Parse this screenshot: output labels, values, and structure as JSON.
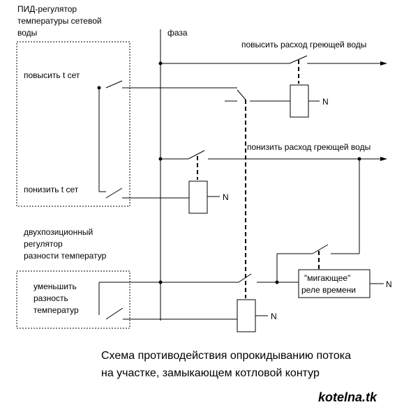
{
  "pid_title": [
    "ПИД-регулятор",
    "температуры сетевой",
    "воды"
  ],
  "raise_t_label": "повысить t сет",
  "lower_t_label": "понизить t сет",
  "phase_label": "фаза",
  "raise_flow_label": "повысить расход греющей воды",
  "lower_flow_label": "понизить расход греющей воды",
  "n_label": "N",
  "twopos_title": [
    "двухпозиционный",
    "регулятор",
    "разности температур"
  ],
  "reduce_diff_label": [
    "уменьшить",
    "разность",
    "температур"
  ],
  "timer_relay_label": [
    "\"мигающее\"",
    "реле времени"
  ],
  "caption": [
    "Схема противодействия опрокидыванию потока",
    "на участке, замыкающем котловой контур"
  ],
  "site_label": "kotelna.tk"
}
